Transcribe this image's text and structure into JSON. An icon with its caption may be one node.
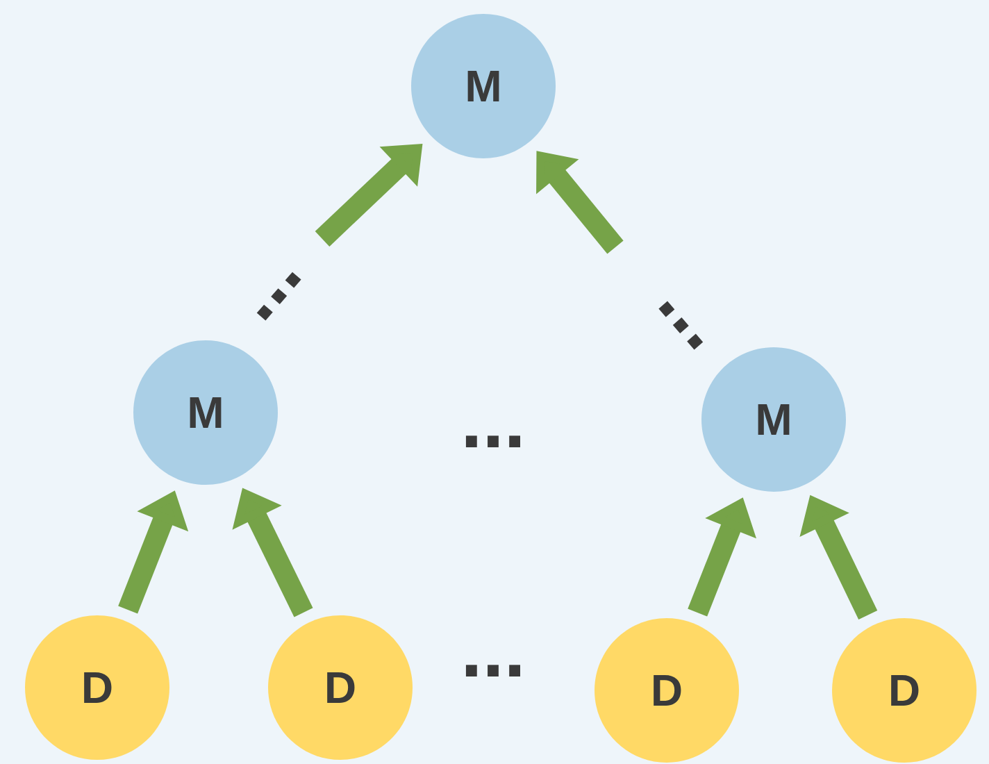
{
  "diagram": {
    "nodes": [
      {
        "text": [
          "M"
        ]
      },
      {
        "text": [
          "M"
        ]
      },
      {
        "text": [
          "M"
        ]
      },
      {
        "text": [
          "D"
        ]
      },
      {
        "text": [
          "D"
        ]
      },
      {
        "text": [
          "D"
        ]
      },
      {
        "text": [
          "D"
        ]
      }
    ],
    "edges": [
      {
        "from": null,
        "to": 0,
        "arrow": "to"
      },
      {
        "from": null,
        "to": 0,
        "arrow": "to"
      },
      {
        "from": 3,
        "to": 1,
        "arrow": "to"
      },
      {
        "from": 4,
        "to": 1,
        "arrow": "to"
      },
      {
        "from": 5,
        "to": 2,
        "arrow": "to"
      },
      {
        "from": 6,
        "to": 2,
        "arrow": "to"
      }
    ],
    "labels": [
      "...",
      "...",
      "...",
      "..."
    ]
  }
}
